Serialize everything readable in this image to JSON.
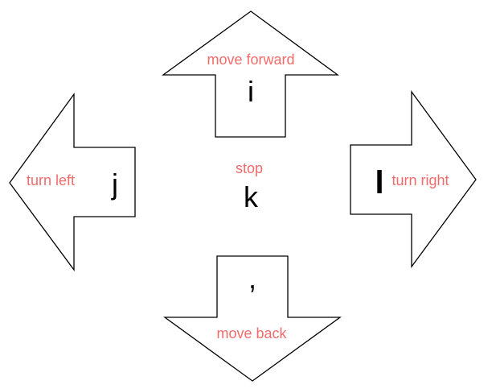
{
  "accent_color": "#f26b6b",
  "controls": {
    "forward": {
      "key": "i",
      "action": "move forward"
    },
    "left": {
      "key": "j",
      "action": "turn left"
    },
    "stop": {
      "key": "k",
      "action": "stop"
    },
    "right": {
      "key": "l",
      "action": "turn right"
    },
    "back": {
      "key": ",",
      "action": "move back"
    }
  }
}
